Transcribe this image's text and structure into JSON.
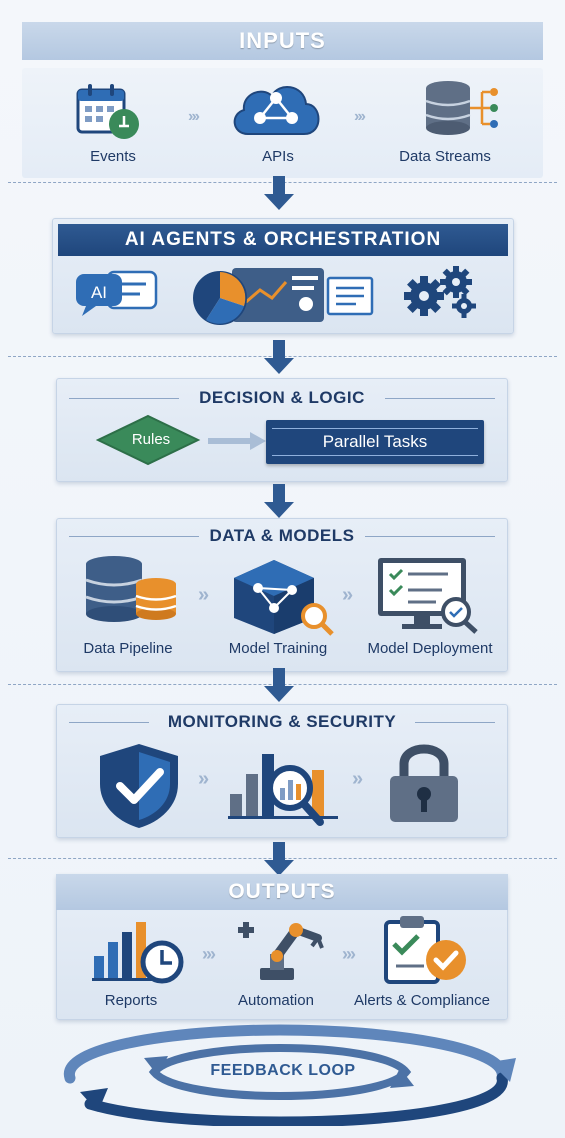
{
  "inputs": {
    "title": "INPUTS",
    "items": [
      "Events",
      "APIs",
      "Data Streams"
    ]
  },
  "orchestration": {
    "title": "AI AGENTS & ORCHESTRATION",
    "chat_icon_text": "AI"
  },
  "decision": {
    "title": "DECISION & LOGIC",
    "rules_label": "Rules",
    "tasks_label": "Parallel Tasks"
  },
  "data_models": {
    "title": "DATA & MODELS",
    "items": [
      "Data Pipeline",
      "Model Training",
      "Model Deployment"
    ]
  },
  "monitoring": {
    "title": "MONITORING & SECURITY"
  },
  "outputs": {
    "title": "OUTPUTS",
    "items": [
      "Reports",
      "Automation",
      "Alerts & Compliance"
    ]
  },
  "feedback": {
    "label": "FEEDBACK LOOP"
  },
  "colors": {
    "navy": "#1f467c",
    "blue": "#2f6db5",
    "orange": "#e8902c",
    "green": "#3a8a5a",
    "gray": "#5f6f86"
  }
}
